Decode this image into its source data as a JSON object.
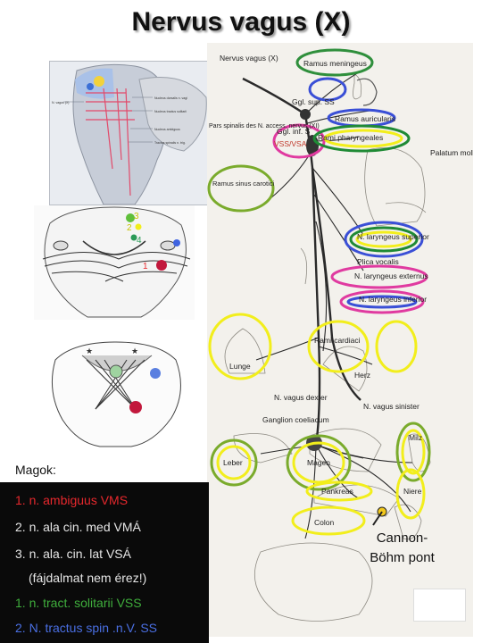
{
  "title": "Nervus vagus (X)",
  "brainstem_numbers": [
    "1",
    "2",
    "3",
    "4"
  ],
  "anatomy_labels": {
    "nervus_vagus": "Nervus vagus (X)",
    "ramus_meningeus": "Ramus meningeus",
    "ggl_sup": "Ggl. sup. SS",
    "ramus_auricularis": "Ramus auricularis",
    "pars_spinalis": "Pars spinalis des N. access. nervus (XI)",
    "ggl_inf": "Ggl. inf. S",
    "vss_vsa": "VSS/VSA",
    "rami_pharyngeales": "Rami pharyngeales",
    "palatum_molle": "Palatum molle",
    "ramus_sinus_carotici": "Ramus sinus carotici",
    "n_laryngeus_superior": "N. laryngeus superior",
    "plica_vocalis": "Plica vocalis",
    "n_laryngeus_externus": "N. laryngeus externus",
    "n_laryngeus_inferior": "N. laryngeus inferior",
    "rami_cardiaci": "Rami cardiaci",
    "lunge": "Lunge",
    "herz": "Herz",
    "n_vagus_dexter": "N. vagus dexter",
    "n_vagus_sinister": "N. vagus sinister",
    "ganglion_coeliacum": "Ganglion coeliacum",
    "leber": "Leber",
    "magen": "Magen",
    "milz": "Milz",
    "pankreas": "Pankreas",
    "colon": "Colon",
    "niere": "Niere"
  },
  "legend": {
    "heading": "Magok:",
    "items": [
      {
        "text": "1.  n. ambiguus VMS",
        "color": "#e8282d"
      },
      {
        "text": "2.  n. ala cin. med VMÁ",
        "color": "#e6e6e6"
      },
      {
        "text": "3.  n. ala. cin. lat VSÁ",
        "color": "#e6e6e6"
      },
      {
        "text": "(fájdalmat nem érez!)",
        "color": "#e6e6e6"
      },
      {
        "text": "1.  n. tract. solitarii VSS",
        "color": "#3fae3c"
      },
      {
        "text": "2.  N. tractus spin .n.V. SS",
        "color": "#4a6fe3"
      }
    ]
  },
  "cannon_label": [
    "Cannon-",
    "Böhm pont"
  ],
  "colors": {
    "yellow_ring": "#f2ee1c",
    "green_ring": "#7aab2c",
    "dark_green_ring": "#1f8a35",
    "blue_ring": "#3a4fd6",
    "pink_ring": "#e03aa0",
    "nucleus_red": "#c2183c"
  }
}
